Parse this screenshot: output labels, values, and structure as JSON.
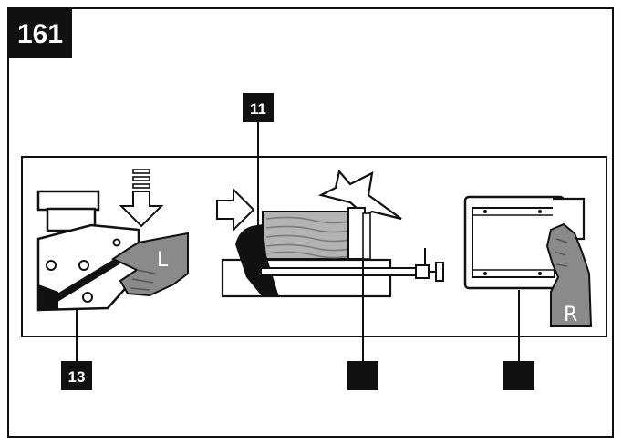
{
  "page": {
    "step_number": "161"
  },
  "callouts": {
    "c11": "11",
    "c13": "13",
    "blank_a": "",
    "blank_b": ""
  },
  "hands": {
    "left_hand_letter": "L",
    "right_hand_letter": "R"
  },
  "colors": {
    "ink": "#111111",
    "paper": "#ffffff",
    "hand_gray": "#8a8a8a",
    "hatch_gray": "#9a9a9a"
  },
  "icons": [
    "down-arrow-icon",
    "right-arrow-icon",
    "impact-burst-icon"
  ]
}
